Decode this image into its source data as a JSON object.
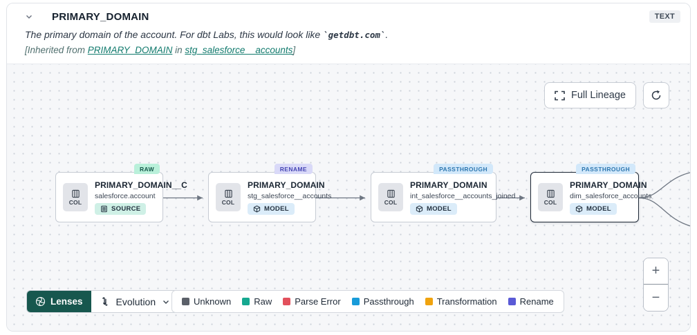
{
  "header": {
    "title": "PRIMARY_DOMAIN",
    "type_badge": "TEXT",
    "description_prefix": "The primary domain of the account. For dbt Labs, this would look like ",
    "description_code": "`getdbt.com`",
    "description_suffix": ".",
    "inherited": {
      "prefix": "[Inherited from ",
      "link_column": "PRIMARY_DOMAIN",
      "middle": " in ",
      "link_model": "stg_salesforce__accounts",
      "suffix": "]"
    }
  },
  "toolbar": {
    "full_lineage_label": "Full Lineage"
  },
  "nodes": [
    {
      "tag": "RAW",
      "title": "PRIMARY_DOMAIN__C",
      "subtitle": "salesforce.account",
      "resource": "SOURCE",
      "col_label": "COL"
    },
    {
      "tag": "RENAME",
      "title": "PRIMARY_DOMAIN",
      "subtitle": "stg_salesforce__accounts",
      "resource": "MODEL",
      "col_label": "COL"
    },
    {
      "tag": "PASSTHROUGH",
      "title": "PRIMARY_DOMAIN",
      "subtitle": "int_salesforce__accounts_joined",
      "resource": "MODEL",
      "col_label": "COL"
    },
    {
      "tag": "PASSTHROUGH",
      "title": "PRIMARY_DOMAIN",
      "subtitle": "dim_salesforce_accounts",
      "resource": "MODEL",
      "col_label": "COL",
      "selected": true
    }
  ],
  "lenses": {
    "button_label": "Lenses",
    "selected_lens": "Evolution"
  },
  "legend": [
    {
      "label": "Unknown",
      "color": "#5b6069"
    },
    {
      "label": "Raw",
      "color": "#16a890"
    },
    {
      "label": "Parse Error",
      "color": "#e2505c"
    },
    {
      "label": "Passthrough",
      "color": "#189bd9"
    },
    {
      "label": "Transformation",
      "color": "#f0a30e"
    },
    {
      "label": "Rename",
      "color": "#5a5ad6"
    }
  ],
  "zoom_controls": {
    "zoom_in": "+",
    "zoom_out": "−"
  },
  "colors": {
    "accent_teal": "#17574e",
    "link_teal": "#117a6d",
    "canvas_bg": "#f6f7f9",
    "edge": "#6e7682"
  }
}
